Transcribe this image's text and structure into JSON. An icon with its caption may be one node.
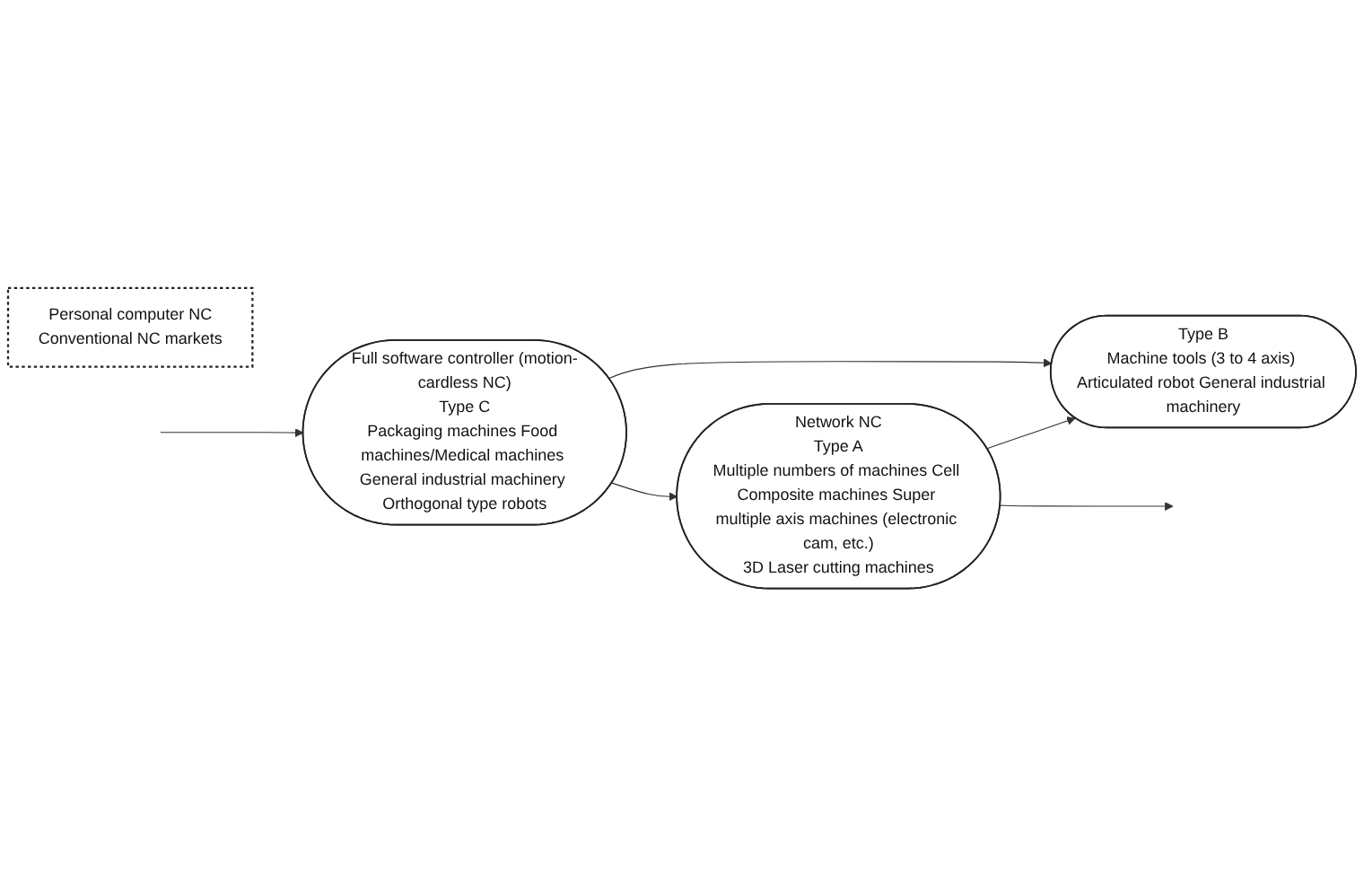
{
  "diagram": {
    "nodes": [
      {
        "text": [
          "Network NC",
          "Type A",
          "Multiple numbers of machines Cell Composite machines Super multiple axis machines (electronic cam, etc.)",
          "3D Laser cutting machines"
        ]
      },
      {
        "text": [
          "Full software controller (motion-cardless NC)",
          "Type C",
          "Packaging machines Food machines/Medical machines General industrial machinery Orthogonal type robots"
        ]
      },
      {
        "text": [
          "Personal computer NC",
          "Conventional NC markets"
        ]
      },
      {
        "text": [
          "Type B",
          "Machine tools (3 to 4 axis) Articulated robot General industrial machinery"
        ]
      }
    ],
    "edges": [
      {
        "from": null,
        "to": 1,
        "arrow": "to"
      },
      {
        "from": 1,
        "to": 0,
        "arrow": "to"
      },
      {
        "from": 1,
        "to": 3,
        "arrow": "to"
      },
      {
        "from": 0,
        "to": 3,
        "arrow": "to"
      },
      {
        "from": 0,
        "to": null,
        "arrow": "to"
      }
    ]
  }
}
